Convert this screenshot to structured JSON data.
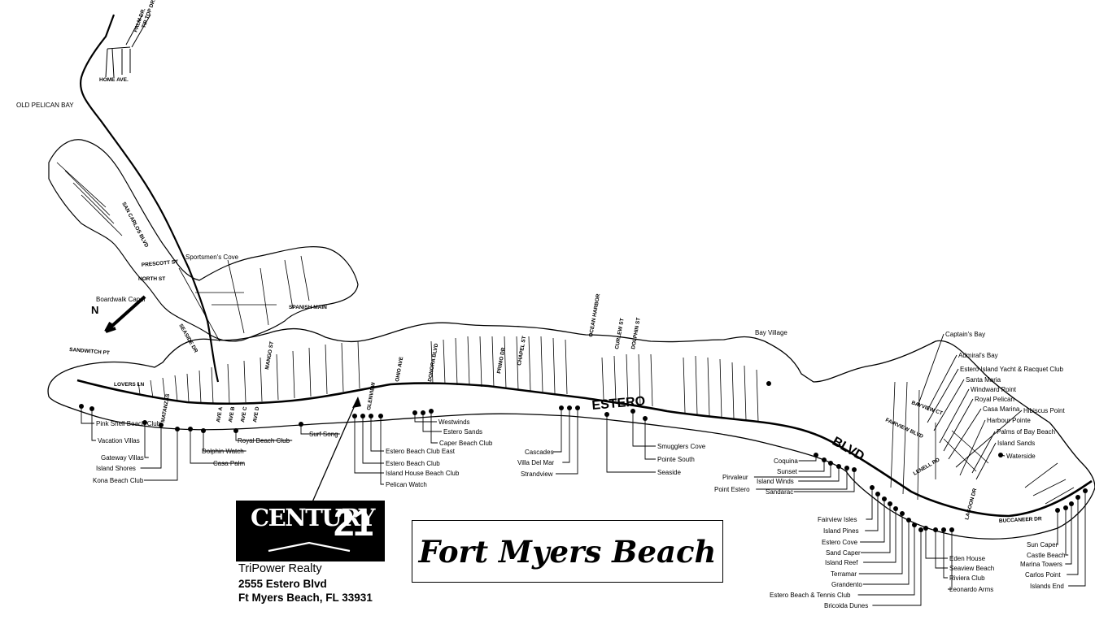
{
  "map": {
    "title": "Fort Myers Beach",
    "boulevard": [
      "ESTERO",
      "BLVD"
    ],
    "north_label": "N",
    "bay_label": "OLD PELICAN BAY",
    "road_labels": [
      "SAN CARLOS BLVD",
      "HOME AVE.",
      "PALM DR.",
      "TIP TOP DR.",
      "PRESCOTT ST",
      "NORTH ST",
      "SEASIDE DR",
      "GLENVIEW",
      "OCEAN HARBOR",
      "LAGOON DR",
      "BUCCANEER DR",
      "BAYVIEW CT",
      "FAIRVIEW BLVD",
      "LENELL RD",
      "MATANZAS",
      "SANDWITCH PT",
      "SPANISH MAIN",
      "LOVERS LN",
      "CURLEW ST",
      "DOLPHIN ST",
      "AVE A",
      "AVE B",
      "AVE C",
      "AVE D",
      "MANGO ST",
      "OHIO AVE",
      "PRIMO DR",
      "DONORA BLVD",
      "CHAPEL ST"
    ],
    "places": [
      "Sportsmen's Cove",
      "Boardwalk Caper",
      "Bay Village",
      "Captain's Bay",
      "Admiral's Bay",
      "Estero Island Yacht & Racquet Club",
      "Santa Maria",
      "Windward Point",
      "Royal Pelican",
      "Casa Marina",
      "Hibiscus Point",
      "Harbour Pointe",
      "Palms of Bay Beach",
      "Island Sands",
      "Waterside"
    ],
    "beach_left": [
      "Pink Shell Beach Club",
      "Vacation Villas",
      "Gateway Villas",
      "Island Shores",
      "Kona Beach Club",
      "Casa Palm",
      "Dolphin Watch",
      "Royal Beach Club",
      "Surf Song"
    ],
    "beach_mid": [
      "Estero Beach Club East",
      "Estero Beach Club",
      "Island House Beach Club",
      "Pelican Watch",
      "Westwinds",
      "Estero Sands",
      "Caper Beach Club",
      "Cascades",
      "Villa Del Mar",
      "Strandview",
      "Smugglers Cove",
      "Pointe South",
      "Seaside"
    ],
    "beach_right_a": [
      "Coquina",
      "Sunset",
      "Pirvaleur",
      "Island Winds",
      "Point Estero",
      "Sandarac"
    ],
    "beach_right_b": [
      "Fairview Isles",
      "Island Pines",
      "Estero Cove",
      "Sand Caper",
      "Island Reef",
      "Terramar",
      "Grandento",
      "Estero Beach & Tennis Club",
      "Bricoida Dunes",
      "Eden House",
      "Seaview Beach",
      "Riviera Club",
      "Leonardo Arms",
      "Sun Caper",
      "Castle Beach",
      "Marina Towers",
      "Carlos Point",
      "Islands End"
    ]
  },
  "logo": {
    "brand": "CENTURY",
    "number": "21"
  },
  "address": {
    "company": "TriPower Realty",
    "street": "2555 Estero Blvd",
    "city": "Ft Myers Beach, FL  33931"
  }
}
